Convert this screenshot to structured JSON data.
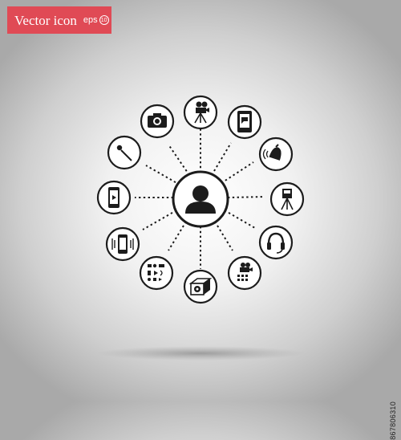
{
  "banner": {
    "title": "Vector icon",
    "format": "eps",
    "version": "10"
  },
  "stock_id": "867806310",
  "icons": [
    {
      "name": "user-icon",
      "role": "center"
    },
    {
      "name": "movie-camera-tripod-icon"
    },
    {
      "name": "tablet-message-icon"
    },
    {
      "name": "hand-bell-icon"
    },
    {
      "name": "camera-on-tripod-icon"
    },
    {
      "name": "headset-icon"
    },
    {
      "name": "projector-keypad-icon"
    },
    {
      "name": "security-camera-icon"
    },
    {
      "name": "multimedia-controls-icon"
    },
    {
      "name": "vibrating-phone-icon"
    },
    {
      "name": "phone-video-icon"
    },
    {
      "name": "microphone-icon"
    },
    {
      "name": "photo-camera-icon"
    }
  ]
}
